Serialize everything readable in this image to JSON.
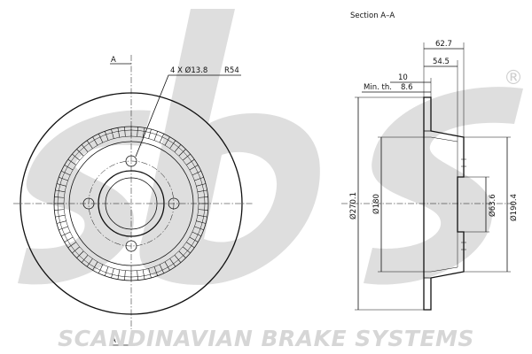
{
  "drawing": {
    "section_title": "Section A–A",
    "section_mark": "A",
    "holes_label": "4 X Ø13.8",
    "radius_label": "R54",
    "brand_text": "SCANDINAVIAN BRAKE SYSTEMS",
    "logo_lettering": "sbs",
    "registered_mark": "®"
  },
  "dimensions": {
    "overall_height": "62.7",
    "hat_depth": "54.5",
    "thickness": "10",
    "min_thickness_label": "Min. th.",
    "min_thickness": "8.6",
    "outer_diameter": "Ø270.1",
    "inner_diameter": "Ø180",
    "center_bore": "Ø63.6",
    "hat_diameter": "Ø190.4"
  },
  "colors": {
    "watermark": "#d6d6d6",
    "line": "#111111"
  }
}
